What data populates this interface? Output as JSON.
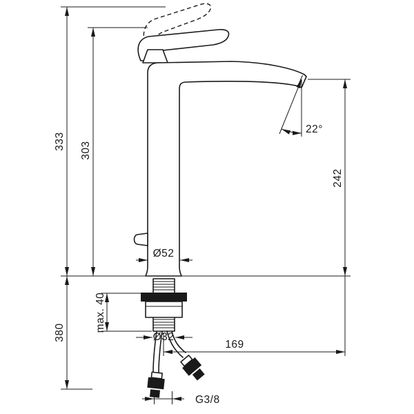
{
  "drawing": {
    "kind": "faucet-dimension-drawing",
    "colors": {
      "background": "#ffffff",
      "line": "#1a1a1a"
    },
    "labels": {
      "overall_height": "333",
      "body_height": "303",
      "outlet_height": "242",
      "angle": "22°",
      "body_diameter": "Ø52",
      "max_thickness": "max. 40",
      "shank_diameter": "Ø32",
      "below_deck_depth": "380",
      "reach": "169",
      "thread": "G3/8"
    }
  }
}
